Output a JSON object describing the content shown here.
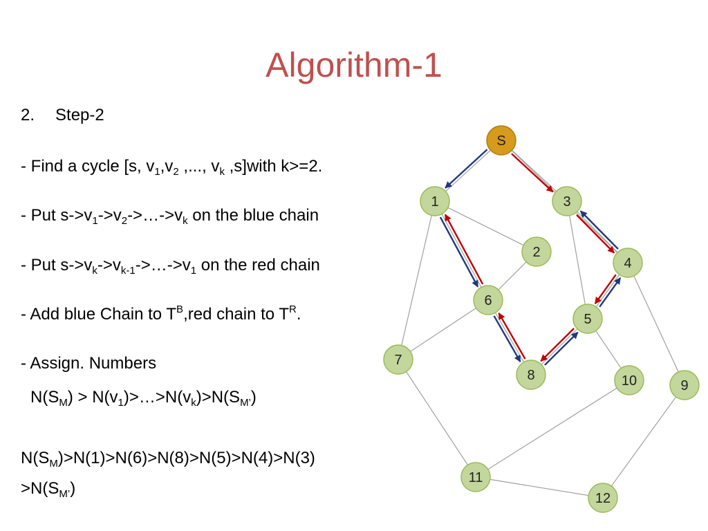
{
  "title": "Algorithm-1",
  "step": {
    "num": "2.",
    "label": "Step-2"
  },
  "lines": {
    "find": {
      "a": "- Find a cycle [s, v",
      "b": "1",
      "c": ",v",
      "d": "2",
      "e": " ,..., v",
      "f": "k",
      "g": " ,s]with k>=2."
    },
    "blue": {
      "a": "- Put s->v",
      "b": "1",
      "c": "->v",
      "d": "2",
      "e": "->…->v",
      "f": "k",
      "g": "  on the blue chain"
    },
    "red": {
      "a": "- Put s->v",
      "b": "k",
      "c": "->v",
      "d": "k-1",
      "e": "->…->v",
      "f": "1",
      "g": " on the red chain"
    },
    "add": {
      "a": "- Add blue Chain to T",
      "b": "B",
      "c": ",red chain to T",
      "d": "R",
      "e": "."
    },
    "assign": "- Assign. Numbers",
    "order": {
      "a": "N(S",
      "b": "M",
      "c": ") > N(v",
      "d": "1",
      "e": ")>…>N(v",
      "f": "k",
      "g": ")>N(S",
      "h": "M’",
      "i": ")"
    },
    "result1": {
      "a": "N(S",
      "b": "M",
      "c": ")>N(1)>N(6)>N(8)>N(5)>N(4)>N(3)"
    },
    "result2": {
      "a": ">N(S",
      "b": "M’",
      "c": ")"
    }
  },
  "graph": {
    "colors": {
      "node": "#c3d69b",
      "node_stroke": "#9bbb59",
      "source": "#d69a1c",
      "blue": "#1f3a7a",
      "red": "#c00000",
      "edge": "#a0a0a0"
    },
    "nodes": [
      "S",
      "1",
      "3",
      "2",
      "4",
      "6",
      "5",
      "7",
      "8",
      "10",
      "9",
      "11",
      "12"
    ],
    "edges": [
      [
        "S",
        "1"
      ],
      [
        "S",
        "3"
      ],
      [
        "S",
        "4"
      ],
      [
        "1",
        "2"
      ],
      [
        "1",
        "6"
      ],
      [
        "1",
        "7"
      ],
      [
        "2",
        "6"
      ],
      [
        "3",
        "4"
      ],
      [
        "3",
        "5"
      ],
      [
        "4",
        "5"
      ],
      [
        "4",
        "9"
      ],
      [
        "5",
        "8"
      ],
      [
        "5",
        "10"
      ],
      [
        "6",
        "7"
      ],
      [
        "6",
        "8"
      ],
      [
        "7",
        "11"
      ],
      [
        "10",
        "11"
      ],
      [
        "11",
        "12"
      ],
      [
        "9",
        "12"
      ]
    ],
    "blue_chain": [
      [
        "S",
        "1"
      ],
      [
        "1",
        "6"
      ],
      [
        "6",
        "8"
      ],
      [
        "8",
        "5"
      ],
      [
        "5",
        "4"
      ],
      [
        "4",
        "3"
      ]
    ],
    "red_chain": [
      [
        "S",
        "3"
      ],
      [
        "3",
        "4"
      ],
      [
        "4",
        "5"
      ],
      [
        "5",
        "8"
      ],
      [
        "8",
        "6"
      ],
      [
        "6",
        "1"
      ]
    ]
  }
}
